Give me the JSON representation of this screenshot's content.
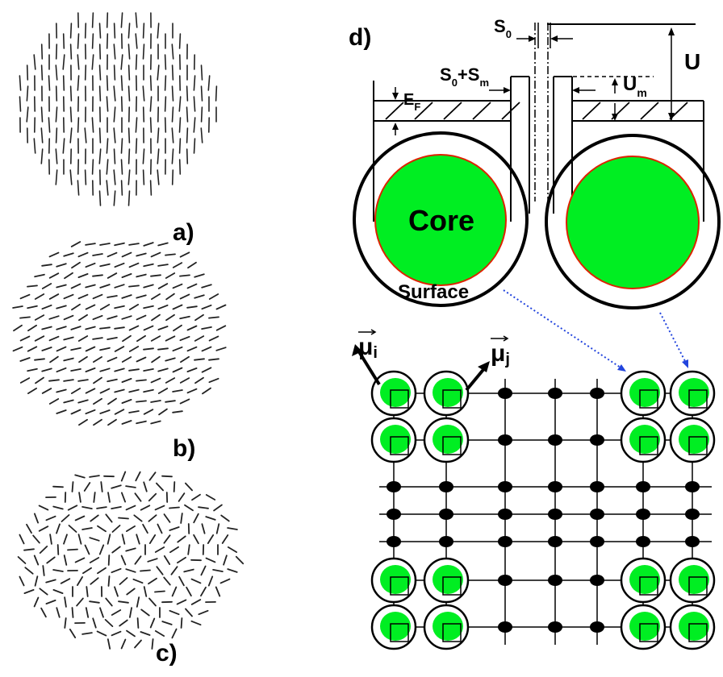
{
  "panels": {
    "a": {
      "label": "a)"
    },
    "b": {
      "label": "b)"
    },
    "c": {
      "label": "c)"
    },
    "d": {
      "label": "d)"
    }
  },
  "schematic": {
    "s0": "S",
    "s0_sub": "0",
    "s0_plus": "S",
    "s0_plus_sub0": "0",
    "s0_plus_mid": "+S",
    "s0_plus_subm": "m",
    "u": "U",
    "um": "U",
    "um_sub": "m",
    "ef": "E",
    "ef_sub": "F",
    "core": "Core",
    "surface": "Surface",
    "mu_i": "μ",
    "mu_i_sub": "i",
    "mu_j": "μ",
    "mu_j_sub": "j"
  },
  "colors": {
    "core_fill": "#00ee22",
    "core_outline": "#dd2200",
    "connector": "#2244dd",
    "ink": "#000000"
  }
}
